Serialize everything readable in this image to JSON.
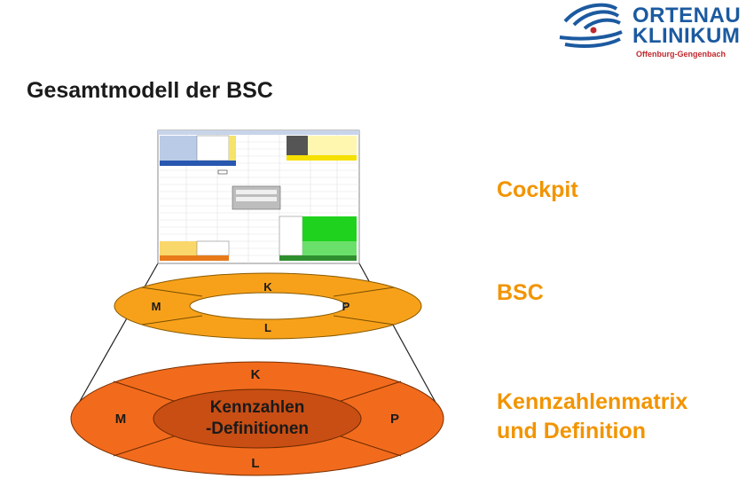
{
  "title": "Gesamtmodell der BSC",
  "logo": {
    "line1": "ORTENAU",
    "line2": "KLINIKUM",
    "subline": "Offenburg-Gengenbach"
  },
  "levels": {
    "cockpit": "Cockpit",
    "bsc": "BSC",
    "matrix_line1": "Kennzahlenmatrix",
    "matrix_line2": "und Definition"
  },
  "bsc_ring": {
    "top": "K",
    "left": "M",
    "right": "P",
    "bottom": "L"
  },
  "matrix_ring": {
    "top": "K",
    "left": "M",
    "right": "P",
    "bottom": "L",
    "core_line1": "Kennzahlen",
    "core_line2": "-Definitionen"
  },
  "colors": {
    "orange_label": "#f29400",
    "bsc_ring": "#f7a11a",
    "matrix_ring": "#f26b1d",
    "matrix_core": "#c94e14",
    "logo_blue": "#1c5aa0",
    "logo_red": "#c0282d"
  }
}
